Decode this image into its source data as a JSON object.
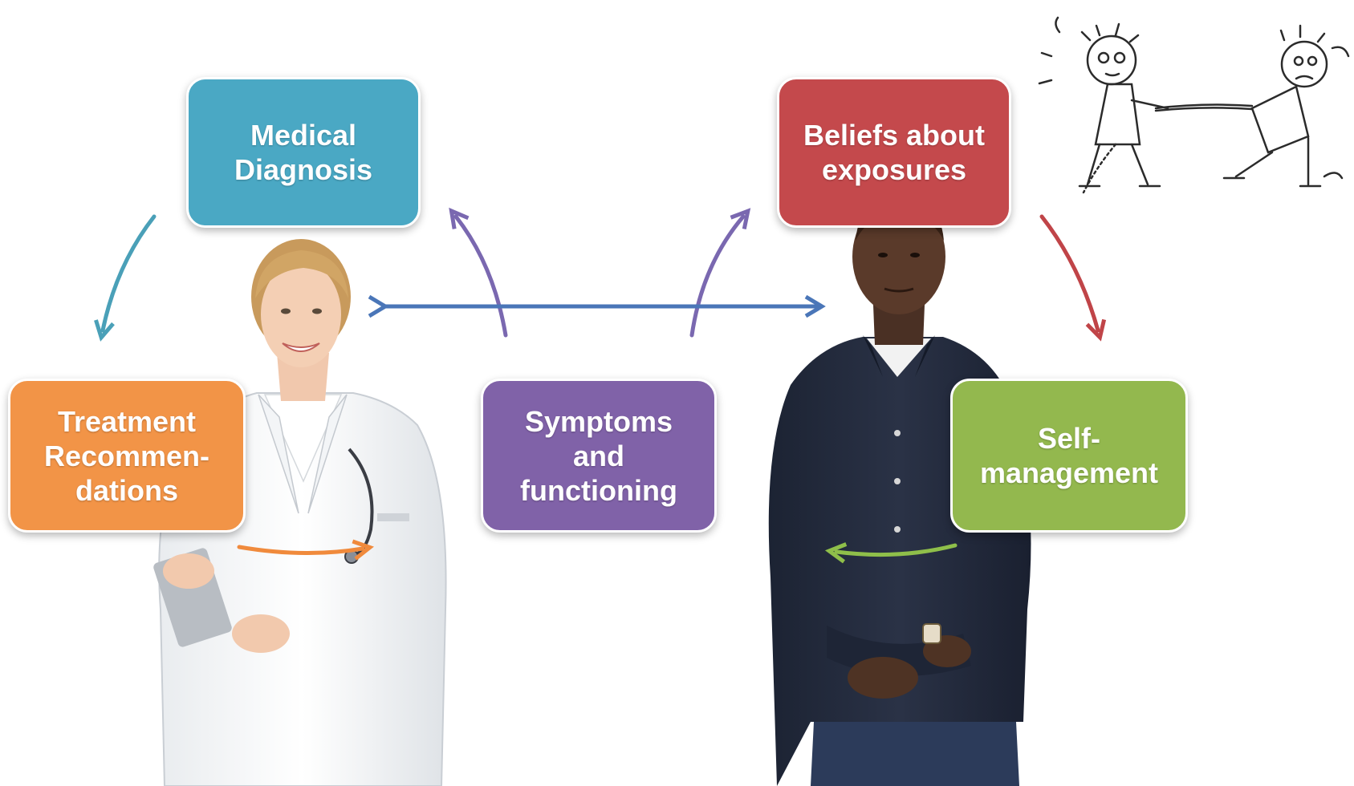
{
  "diagram": {
    "boxes": {
      "medical_diagnosis": {
        "label": "Medical\nDiagnosis",
        "color": "#4aa8c4"
      },
      "treatment": {
        "label": "Treatment\nRecommen-\ndations",
        "color": "#f29447"
      },
      "symptoms": {
        "label": "Symptoms\nand\nfunctioning",
        "color": "#8062a8"
      },
      "beliefs": {
        "label": "Beliefs about\nexposures",
        "color": "#c4494c"
      },
      "self_management": {
        "label": "Self-\nmanagement",
        "color": "#93b84e"
      }
    },
    "arrow_colors": {
      "teal": "#4aa0b8",
      "purple": "#7a68b0",
      "blue": "#4a76b8",
      "red": "#c04448",
      "orange": "#f08a3c",
      "green": "#8fbf4a"
    },
    "figures": {
      "doctor": "smiling-doctor-figure",
      "patient": "standing-patient-figure",
      "cartoon": "tug-of-war-cartoon"
    }
  }
}
